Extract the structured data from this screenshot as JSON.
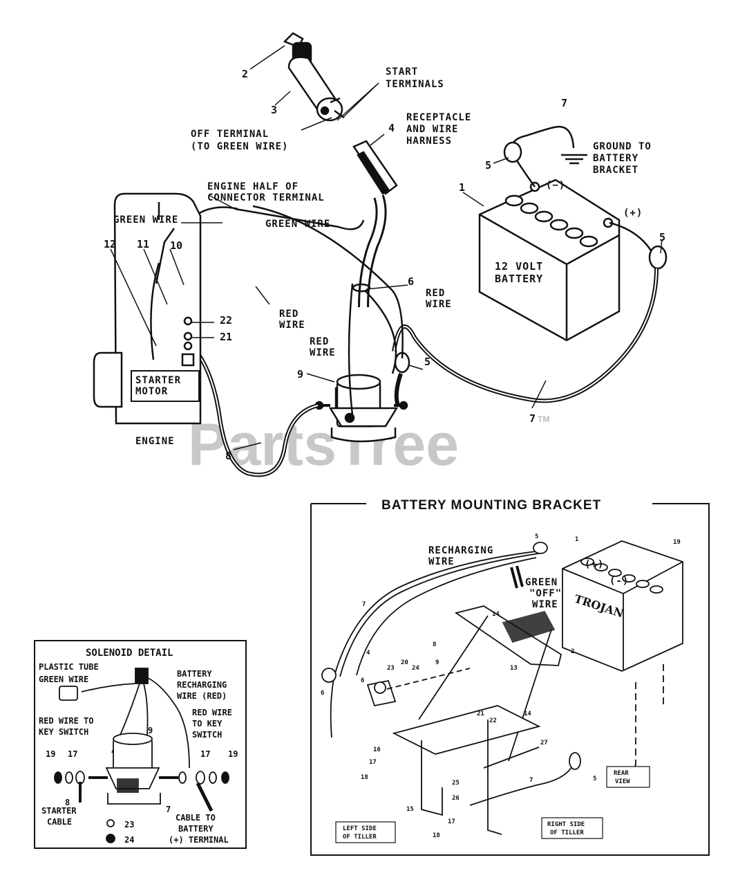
{
  "watermark": {
    "text": "PartsTree",
    "tm": "TM"
  },
  "main": {
    "callouts": {
      "c1": "1",
      "c2": "2",
      "c3": "3",
      "c4": "4",
      "c5a": "5",
      "c5b": "5",
      "c5c": "5",
      "c6": "6",
      "c7a": "7",
      "c7b": "7",
      "c8": "8",
      "c9": "9",
      "c10": "10",
      "c11": "11",
      "c12": "12",
      "c21": "21",
      "c22": "22"
    },
    "labels": {
      "start_terminals": [
        "START",
        "TERMINALS"
      ],
      "off_terminal": [
        "OFF TERMINAL",
        "(TO GREEN WIRE)"
      ],
      "receptacle": [
        "RECEPTACLE",
        "AND WIRE",
        "HARNESS"
      ],
      "ground": [
        "GROUND TO",
        "BATTERY",
        "BRACKET"
      ],
      "engine_half": [
        "ENGINE HALF OF",
        "CONNECTOR TERMINAL"
      ],
      "green_wire_left": "GREEN WIRE",
      "green_wire_mid": "GREEN WIRE",
      "red_wire_a": [
        "RED",
        "WIRE"
      ],
      "red_wire_b": [
        "RED",
        "WIRE"
      ],
      "red_wire_c": [
        "RED",
        "WIRE"
      ],
      "battery": [
        "12 VOLT",
        "BATTERY"
      ],
      "neg": "(−)",
      "pos": "(+)",
      "starter_motor": [
        "STARTER",
        "MOTOR"
      ],
      "engine": "ENGINE"
    }
  },
  "bracket": {
    "title": "BATTERY MOUNTING BRACKET",
    "recharging": [
      "RECHARGING",
      "WIRE"
    ],
    "green_off": [
      "GREEN",
      "\"OFF\"",
      "WIRE"
    ],
    "pos": "(+)",
    "neg": "(-)",
    "battery_brand": "TROJAN",
    "rear_view": [
      "REAR",
      "VIEW"
    ],
    "left_side": [
      "LEFT SIDE",
      "OF TILLER"
    ],
    "right_side": [
      "RIGHT SIDE",
      "OF TILLER"
    ],
    "callouts": [
      "1",
      "2",
      "4",
      "5",
      "5",
      "6",
      "6",
      "7",
      "7",
      "8",
      "9",
      "13",
      "14",
      "14",
      "15",
      "16",
      "17",
      "17",
      "18",
      "18",
      "19",
      "20",
      "21",
      "22",
      "23",
      "24",
      "25",
      "26",
      "27"
    ]
  },
  "solenoid": {
    "title": "SOLENOID DETAIL",
    "plastic_tube": "PLASTIC TUBE",
    "green_wire": "GREEN WIRE",
    "battery_recharging": [
      "BATTERY",
      "RECHARGING",
      "WIRE (RED)"
    ],
    "red_wire_left": [
      "RED WIRE TO",
      "KEY SWITCH"
    ],
    "red_wire_right": [
      "RED WIRE",
      "TO KEY",
      "SWITCH"
    ],
    "starter_cable": [
      "STARTER",
      "CABLE"
    ],
    "cable_to_battery": [
      "CABLE TO",
      "BATTERY",
      "(+) TERMINAL"
    ],
    "callouts": {
      "c8": "8",
      "c9": "9",
      "c7": "7",
      "c17a": "17",
      "c17b": "17",
      "c19a": "19",
      "c19b": "19",
      "c23": "23",
      "c24": "24"
    }
  }
}
